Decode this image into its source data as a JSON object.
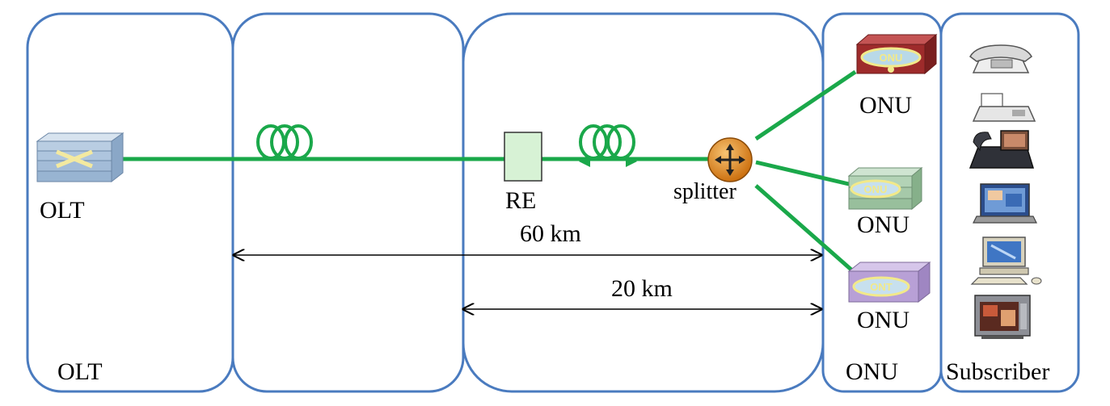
{
  "regions": {
    "olt_region_label": "OLT",
    "onu_region_label": "ONU",
    "subscriber_region_label": "Subscriber"
  },
  "devices": {
    "olt_label": "OLT",
    "re_label": "RE",
    "splitter_label": "splitter",
    "onu_labels": [
      "ONU",
      "ONU",
      "ONU"
    ],
    "onu_box_texts": [
      "ONU",
      "ONU",
      "ONT"
    ]
  },
  "distances": {
    "long_span": "60 km",
    "short_span": "20 km"
  },
  "subscriber_icons": [
    "telephone-icon",
    "fax-icon",
    "video-phone-icon",
    "laptop-icon",
    "desktop-computer-icon",
    "television-icon"
  ],
  "colors": {
    "panel_border": "#4a7bbf",
    "fiber": "#1aa84a",
    "splitter": "#e08a1e",
    "onu_top": "#9e2b2b",
    "onu_mid": "#a6c9a9",
    "ont_box": "#b8a0d6",
    "re_box": "#d7f2d5"
  }
}
